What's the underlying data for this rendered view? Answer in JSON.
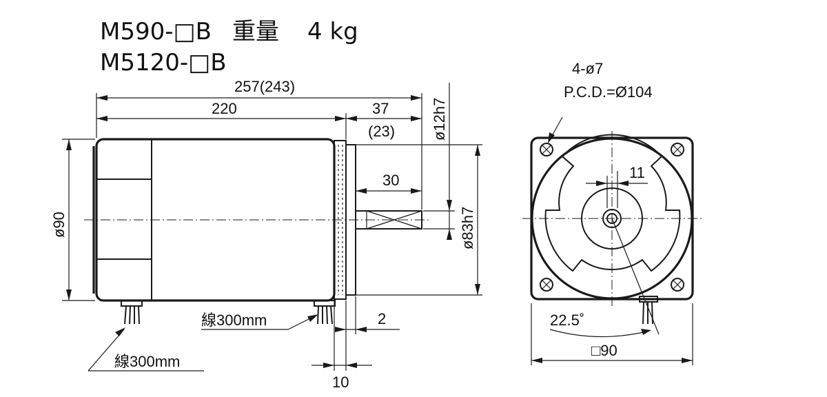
{
  "title": {
    "model_line_1": "M590-□B",
    "weight_label": "重量",
    "weight_value": "4 kg",
    "model_line_2": "M5120-□B"
  },
  "side_view": {
    "overall_length": "257(243)",
    "body_length": "220",
    "shaft_length": "37",
    "shaft_length_alt": "(23)",
    "key_length": "30",
    "shaft_diameter": "ø12h7",
    "pilot_diameter": "ø83h7",
    "body_diameter": "ø90",
    "flange_gap": "2",
    "flange_thickness": "10",
    "lead_wire_right": "線300mm",
    "lead_wire_left": "線300mm"
  },
  "front_view": {
    "mount_holes": "4-ø7",
    "pcd": "P.C.D.=Ø104",
    "key_width": "11",
    "angle": "22.5˚",
    "square_size": "□90"
  }
}
